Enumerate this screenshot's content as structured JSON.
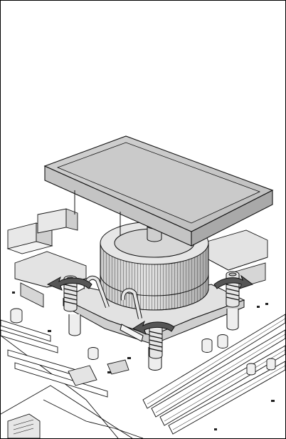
{
  "illustration": {
    "subject": "cpu-cooler-installation",
    "colors": {
      "line": "#111111",
      "light_gray": "#e6e6e6",
      "mid_gray": "#bdbdbd",
      "dark_gray": "#8a8a8a",
      "arrow_fill": "#555555",
      "paper": "#ffffff"
    },
    "rotation_arrows": [
      {
        "direction": "counter-clockwise"
      },
      {
        "direction": "clockwise"
      },
      {
        "direction": "clockwise"
      }
    ],
    "icons": [
      "cooler-icon",
      "fan-shroud-icon",
      "screw-icon",
      "rotate-arrow-icon",
      "motherboard-icon"
    ]
  }
}
